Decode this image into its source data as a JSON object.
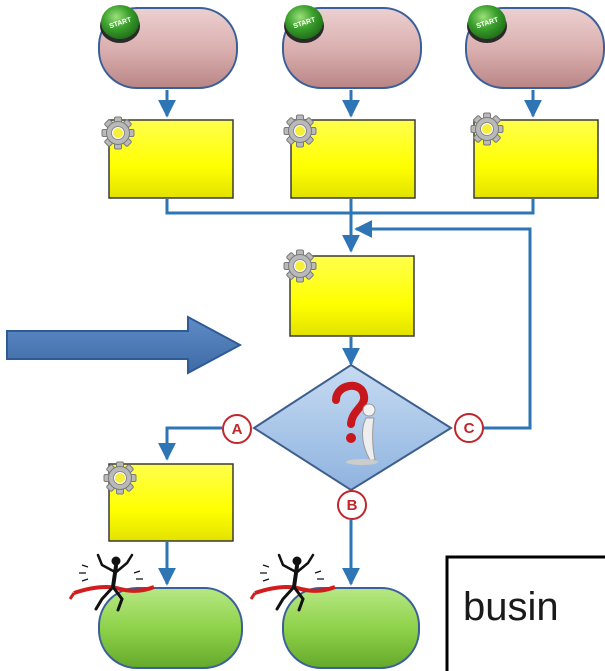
{
  "diagram": {
    "start_icon_label": "START",
    "branch_labels": {
      "a": "A",
      "b": "B",
      "c": "C"
    },
    "cropped_text": "busin",
    "colors": {
      "start_terminal": "#d9adad",
      "process_box": "#ffff00",
      "decision": "#a9c8ea",
      "end_terminal": "#8fd24a",
      "connector": "#2e75b6",
      "big_arrow": "#4a78b5",
      "branch_badge": "#c0262b",
      "start_button": "#3aa02c"
    },
    "icons": [
      "start-button-icon",
      "gear-icon",
      "question-figure-icon",
      "finish-line-runner-icon"
    ]
  }
}
